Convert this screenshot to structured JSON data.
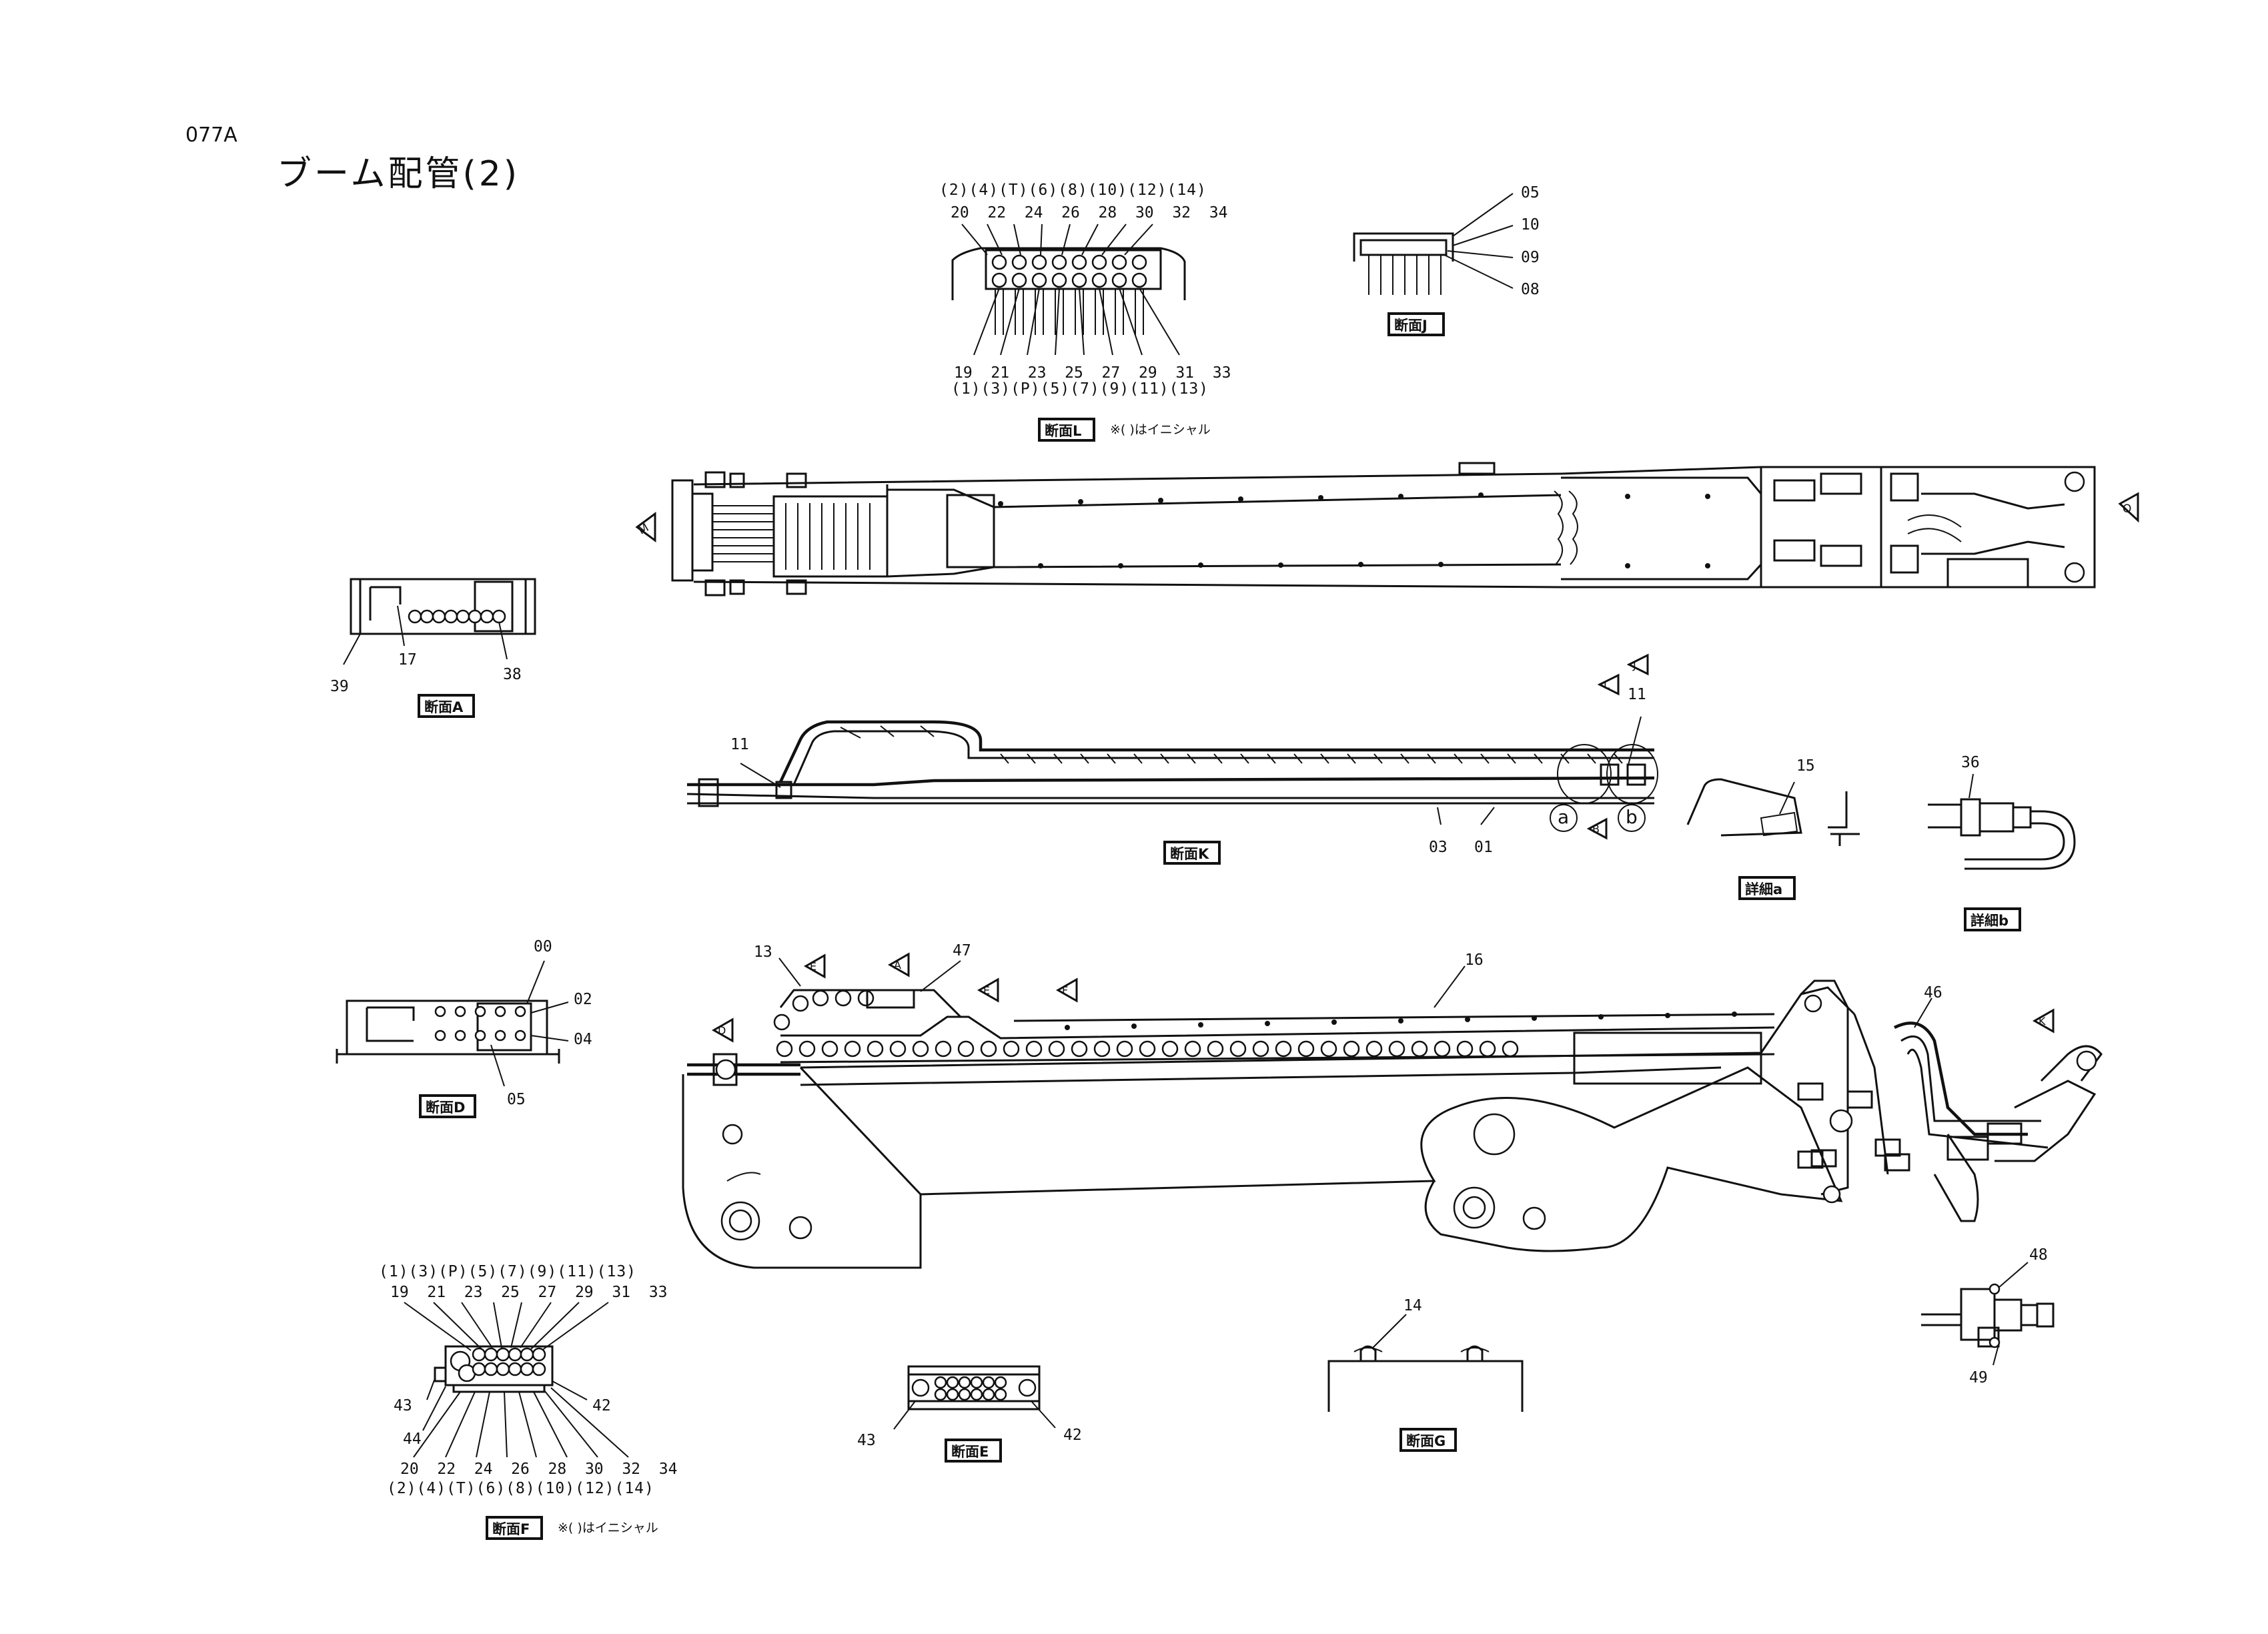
{
  "page_code": "077A",
  "title": "ブーム配管(2)",
  "note": "※(  )はイニシャル",
  "views": {
    "L": {
      "label": "断面L",
      "top_initials": "(2)(4)(T)(6)(8)(10)(12)(14)",
      "top_numbers": "20  22  24  26  28  30  32  34",
      "bottom_numbers": "19  21  23  25  27  29  31  33",
      "bottom_initials": "(1)(3)(P)(5)(7)(9)(11)(13)"
    },
    "J": {
      "label": "断面J",
      "callouts": [
        "05",
        "10",
        "09",
        "08"
      ]
    },
    "A": {
      "label": "断面A",
      "callouts": [
        "39",
        "17",
        "38"
      ]
    },
    "K": {
      "label": "断面K",
      "callouts": [
        "11",
        "11",
        "03",
        "01"
      ],
      "detail_refs": [
        "a",
        "b"
      ]
    },
    "detail_a": {
      "label": "詳細a",
      "callouts": [
        "15"
      ]
    },
    "detail_b": {
      "label": "詳細b",
      "callouts": [
        "36"
      ]
    },
    "D": {
      "label": "断面D",
      "callouts": [
        "00",
        "02",
        "04",
        "05"
      ]
    },
    "F": {
      "label": "断面F",
      "top_initials": "(1)(3)(P)(5)(7)(9)(11)(13)",
      "top_numbers": "19  21  23  25  27  29  31  33",
      "bottom_numbers": "20  22  24  26  28  30  32  34",
      "bottom_initials": "(2)(4)(T)(6)(8)(10)(12)(14)",
      "callouts": [
        "43",
        "44",
        "42"
      ]
    },
    "E": {
      "label": "断面E",
      "callouts": [
        "43",
        "42"
      ]
    },
    "G": {
      "label": "断面G",
      "callouts": [
        "14"
      ]
    }
  },
  "boom_side_callouts": [
    "13",
    "47",
    "16",
    "46",
    "48",
    "49"
  ],
  "section_markers": [
    "M",
    "O",
    "L",
    "J",
    "B",
    "E",
    "A",
    "E",
    "F",
    "D",
    "K"
  ]
}
